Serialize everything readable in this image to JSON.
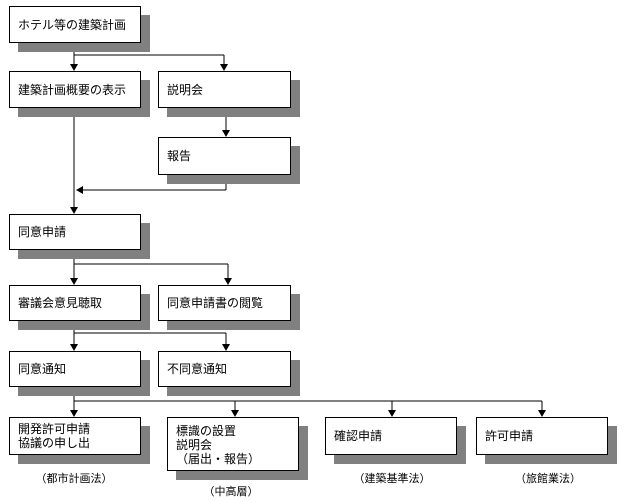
{
  "nodes": {
    "plan": "ホテル等の建築計画",
    "outline": "建築計画概要の表示",
    "briefing": "説明会",
    "report": "報告",
    "consent_application": "同意申請",
    "council": "審議会意見聴取",
    "inspection": "同意申請書の閲覧",
    "consent_notice": "同意通知",
    "non_consent_notice": "不同意通知",
    "development": "開発許可申請\n協議の申し出",
    "sign": "標識の設置\n説明会\n（届出・報告）",
    "confirmation": "確認申請",
    "permit": "許可申請"
  },
  "notes": {
    "urban_planning_law": "（都市計画法）",
    "mid_high_rise": "（中高層）",
    "building_standards_law": "（建築基準法）",
    "inn_business_law": "（旅館業法）"
  }
}
